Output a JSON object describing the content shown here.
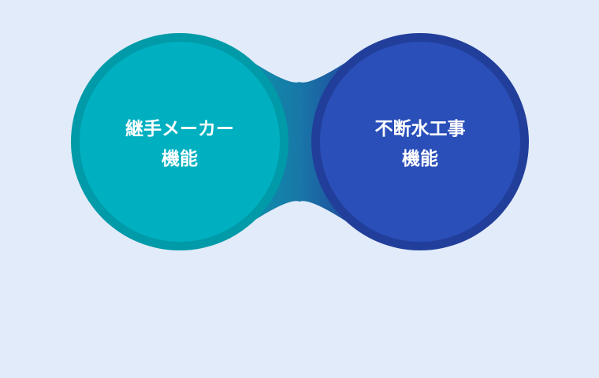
{
  "diagram": {
    "type": "venn-connected-circles",
    "background": "#e2ebf9",
    "left_circle": {
      "line1": "継手メーカー",
      "line2": "機能",
      "fill": "#00b0c0",
      "ring": "#009aa8"
    },
    "right_circle": {
      "line1": "不断水工事",
      "line2": "機能",
      "fill": "#2a4fb9",
      "ring": "#213f9a"
    },
    "connector": {
      "gradient_start": "#0f8aa6",
      "gradient_end": "#22419c"
    }
  }
}
